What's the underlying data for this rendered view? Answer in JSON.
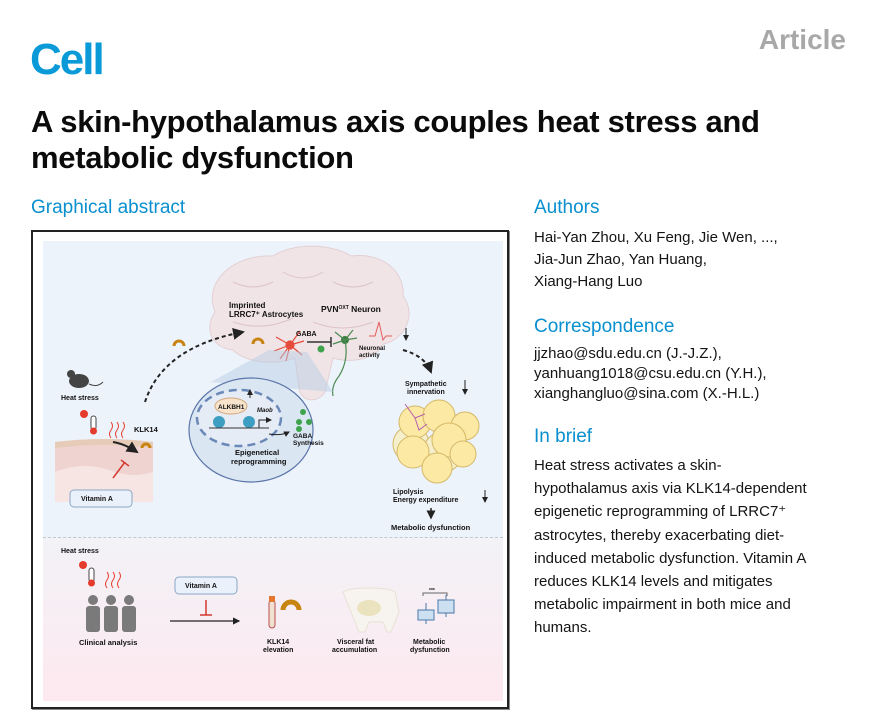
{
  "journal": {
    "name": "Cell",
    "article_type": "Article",
    "brand_color": "#0a9ad8"
  },
  "title": "A skin-hypothalamus axis couples heat stress and metabolic dysfunction",
  "graphical_abstract": {
    "heading": "Graphical abstract",
    "top_panel": {
      "mouse_label": "Heat stress",
      "klk14": "KLK14",
      "vitamin_a": "Vitamin A",
      "astro_line1": "Imprinted",
      "astro_line2": "LRRC7⁺ Astrocytes",
      "pvn": "PVN",
      "pvn_sup": "OXT",
      "pvn_rest": " Neuron",
      "gaba": "GABA",
      "neuronal1": "Neuronal",
      "neuronal2": "activity",
      "alkbh1": "ALKBH1",
      "maob": "Maob",
      "gaba_syn1": "GABA",
      "gaba_syn2": "Synthesis",
      "epi1": "Epigenetical",
      "epi2": "reprogramming",
      "symp1": "Sympathetic",
      "symp2": "innervation",
      "lipo": "Lipolysis",
      "energy": "Energy expenditure",
      "metabolic": "Metabolic dysfunction"
    },
    "bottom_panel": {
      "heat_stress": "Heat stress",
      "clinical": "Clinical analysis",
      "vitamin_a": "Vitamin A",
      "klk14_1": "KLK14",
      "klk14_2": "elevation",
      "visceral1": "Visceral fat",
      "visceral2": "accumulation",
      "metab1": "Metabolic",
      "metab2": "dysfunction",
      "significance": "***"
    }
  },
  "authors": {
    "heading": "Authors",
    "lines": [
      "Hai-Yan Zhou, Xu Feng, Jie Wen, ...,",
      "Jia-Jun Zhao, Yan Huang,",
      "Xiang-Hang Luo"
    ]
  },
  "correspondence": {
    "heading": "Correspondence",
    "lines": [
      "jjzhao@sdu.edu.cn (J.-J.Z.),",
      "yanhuang1018@csu.edu.cn (Y.H.),",
      "xianghangluo@sina.com (X.-H.L.)"
    ]
  },
  "in_brief": {
    "heading": "In brief",
    "lines": [
      "Heat stress activates a skin-",
      "hypothalamus axis via KLK14-dependent",
      "epigenetic reprogramming of LRRC7⁺",
      "astrocytes, thereby exacerbating diet-",
      "induced metabolic dysfunction. Vitamin A",
      "reduces KLK14 levels and mitigates",
      "metabolic impairment in both mice and",
      "humans."
    ]
  }
}
